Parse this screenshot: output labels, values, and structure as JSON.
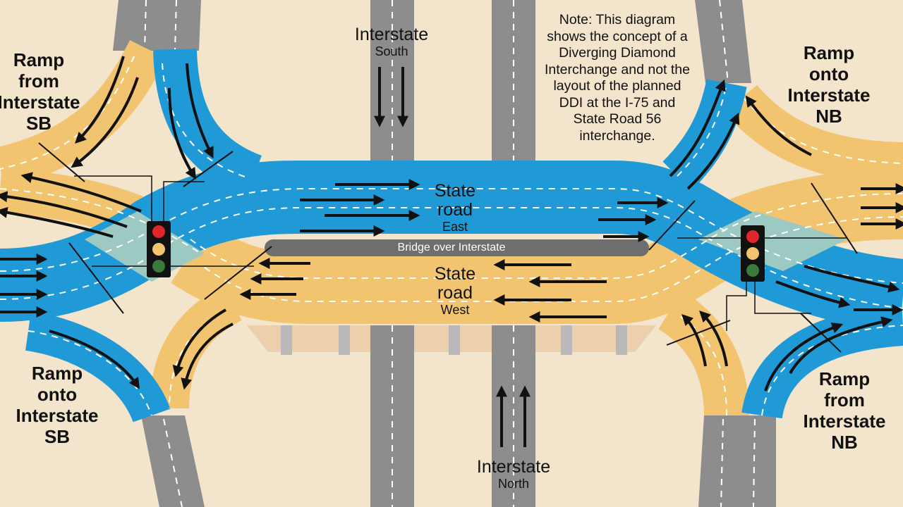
{
  "labels": {
    "ramp_from_sb": [
      "Ramp",
      "from",
      "Interstate",
      "SB"
    ],
    "ramp_onto_nb": [
      "Ramp",
      "onto",
      "Interstate",
      "NB"
    ],
    "ramp_onto_sb": [
      "Ramp",
      "onto",
      "Interstate",
      "SB"
    ],
    "ramp_from_nb": [
      "Ramp",
      "from",
      "Interstate",
      "NB"
    ],
    "interstate_south": {
      "name": "Interstate",
      "dir": "South"
    },
    "interstate_north": {
      "name": "Interstate",
      "dir": "North"
    },
    "state_road_east": {
      "line1": "State",
      "line2": "road",
      "dir": "East"
    },
    "state_road_west": {
      "line1": "State",
      "line2": "road",
      "dir": "West"
    },
    "bridge": "Bridge over Interstate",
    "note": "Note: This diagram shows the concept of a Diverging Diamond Interchange and not the layout of the planned DDI at the I-75 and State Road 56 interchange."
  },
  "colors": {
    "background": "#f3e4cc",
    "eastbound_lanes": "#1f9ad6",
    "westbound_lanes": "#f2c46f",
    "crossover": "#9cc9c2",
    "interstate_road": "#8d8d8d",
    "bridge_deck": "#6e6e6e",
    "signal_red": "#e0262a",
    "signal_yellow": "#f2c46f",
    "signal_green": "#3a7a3a"
  }
}
